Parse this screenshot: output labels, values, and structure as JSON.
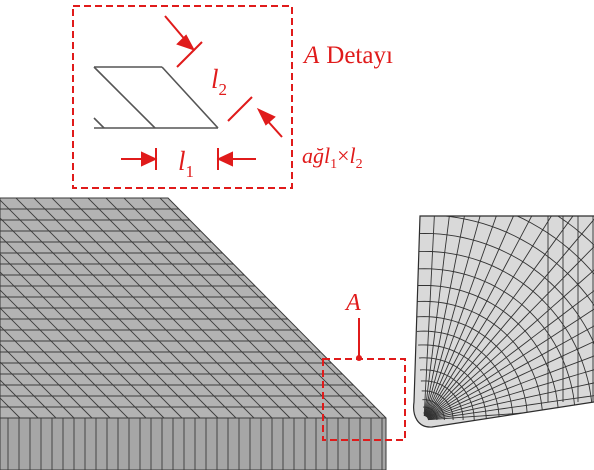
{
  "detail": {
    "title_letter": "A",
    "title_word": "Detayı",
    "label_l2_base": "l",
    "label_l2_sub": "2",
    "label_l1_base": "l",
    "label_l1_sub": "1",
    "mesh_prefix": "ağ",
    "mesh_l1_base": "l",
    "mesh_l1_sub": "1",
    "mesh_times": "×",
    "mesh_l2_base": "l",
    "mesh_l2_sub": "2"
  },
  "marker": {
    "label": "A"
  },
  "colors": {
    "annotation": "#e01b1b",
    "mesh_fill": "#b3b3b3",
    "mesh_fill_dark": "#a6a6a6",
    "mesh_line": "#3c3c3c",
    "zoom_fill": "#d9d9d9",
    "zoom_line": "#333333"
  }
}
